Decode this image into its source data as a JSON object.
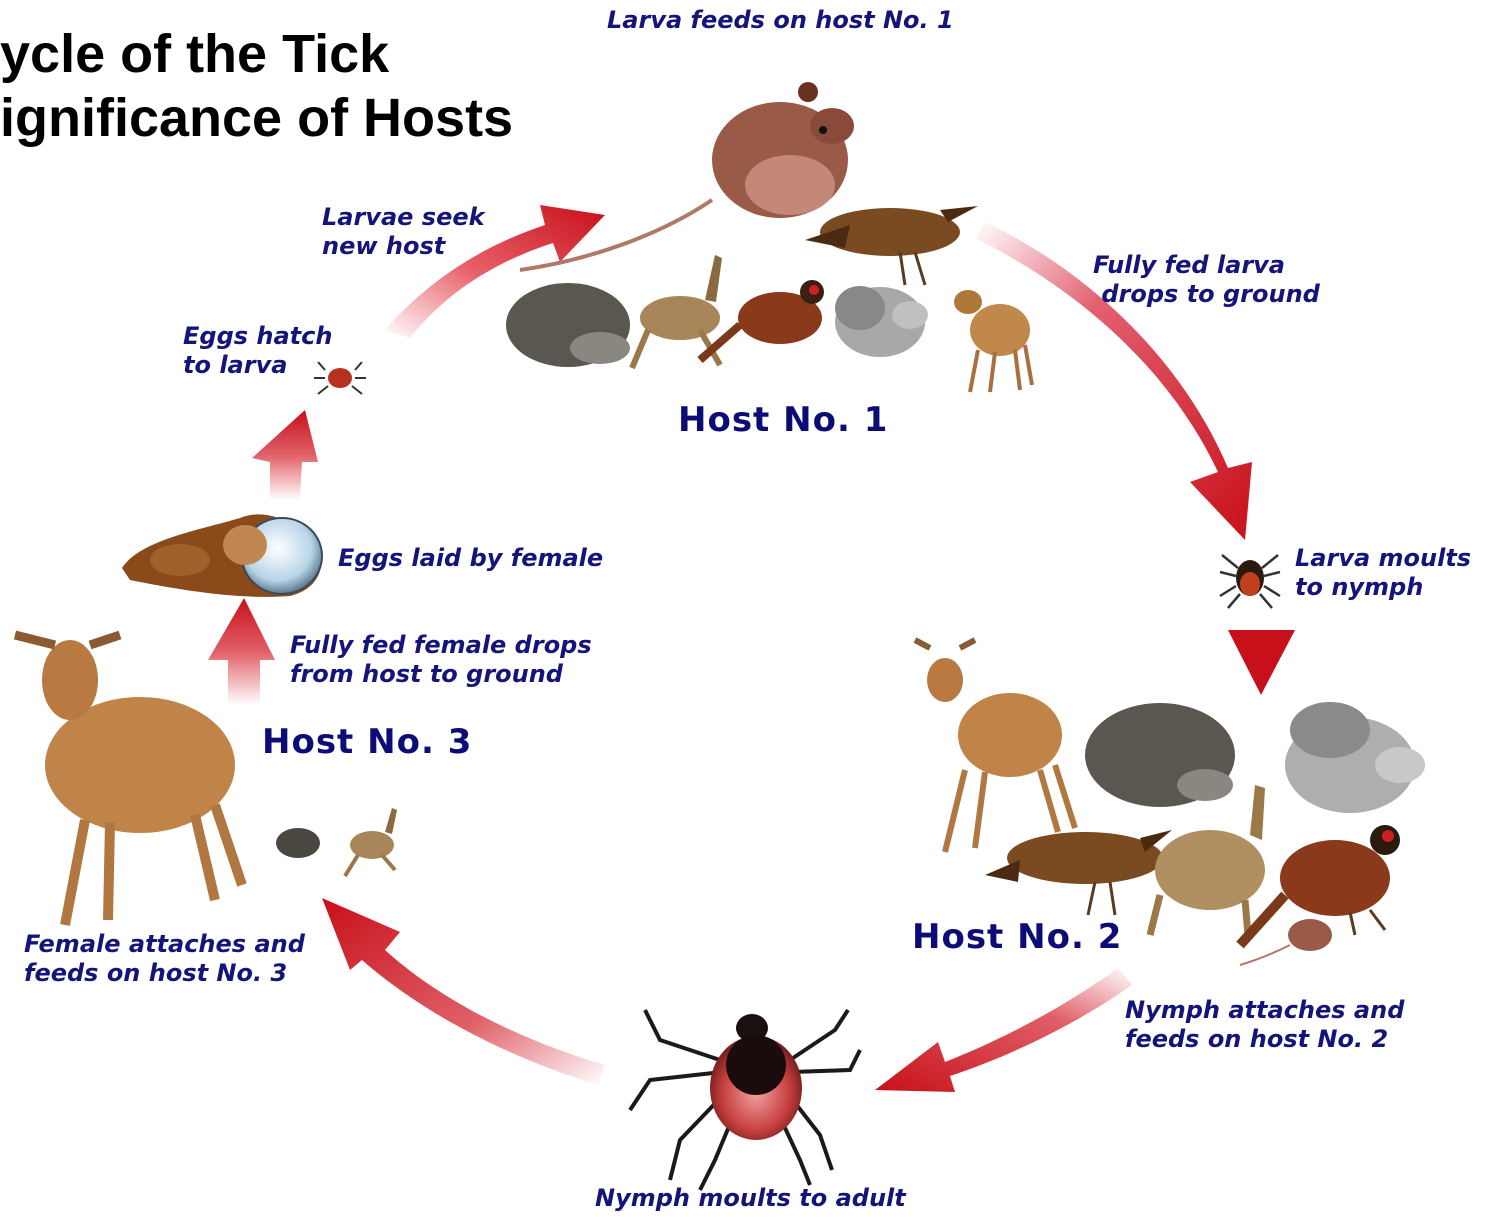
{
  "title": {
    "line1": "ycle of the Tick",
    "line2": "ignificance of Hosts"
  },
  "labels": {
    "larva_feeds": "Larva feeds on host No. 1",
    "larvae_seek": "Larvae seek\nnew host",
    "eggs_hatch": "Eggs hatch\nto larva",
    "eggs_laid": "Eggs laid by female",
    "female_drops": "Fully fed female drops\nfrom host to ground",
    "female_attaches": "Female attaches and\nfeeds on host No. 3",
    "fully_fed_larva": "Fully fed larva\n drops to ground",
    "larva_moults": "Larva moults\nto nymph",
    "nymph_attaches": "Nymph attaches and\nfeeds on host No. 2",
    "nymph_moults": "Nymph moults to adult"
  },
  "hosts": {
    "host1": "Host No. 1",
    "host2": "Host No. 2",
    "host3": "Host No. 3"
  },
  "colors": {
    "arrow": "#c8101a",
    "label": "#14147a",
    "host_label": "#0c0c78"
  }
}
